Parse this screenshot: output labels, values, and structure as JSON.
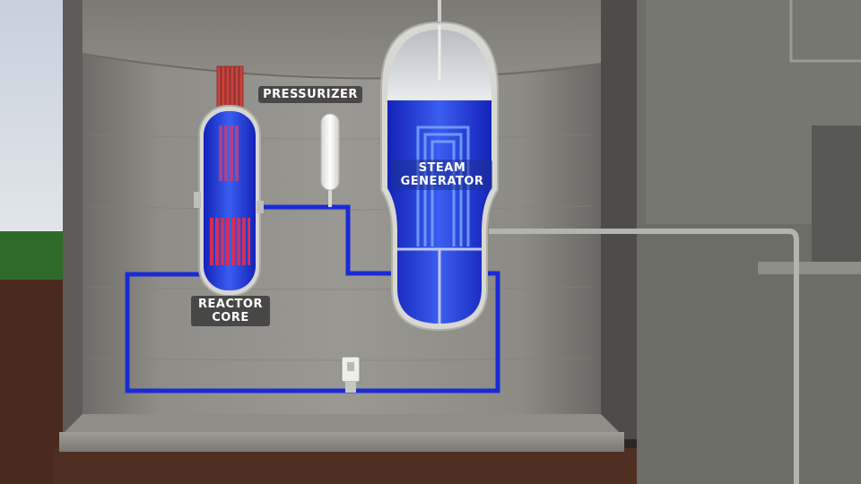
{
  "labels": {
    "pressurizer": "PRESSURIZER",
    "steam_generator": [
      "STEAM",
      "GENERATOR"
    ],
    "reactor_core": [
      "REACTOR",
      "CORE"
    ]
  },
  "colors": {
    "coolant": "#1a2bd6",
    "coolant_light": "#3d6ff2",
    "fuel_rods": "#d0305a",
    "concrete": "#8c8a84",
    "sky": "#c9d3df",
    "grass": "#2f6b28",
    "soil": "#4a2a1f",
    "label_bg": "#3a3a3a"
  }
}
